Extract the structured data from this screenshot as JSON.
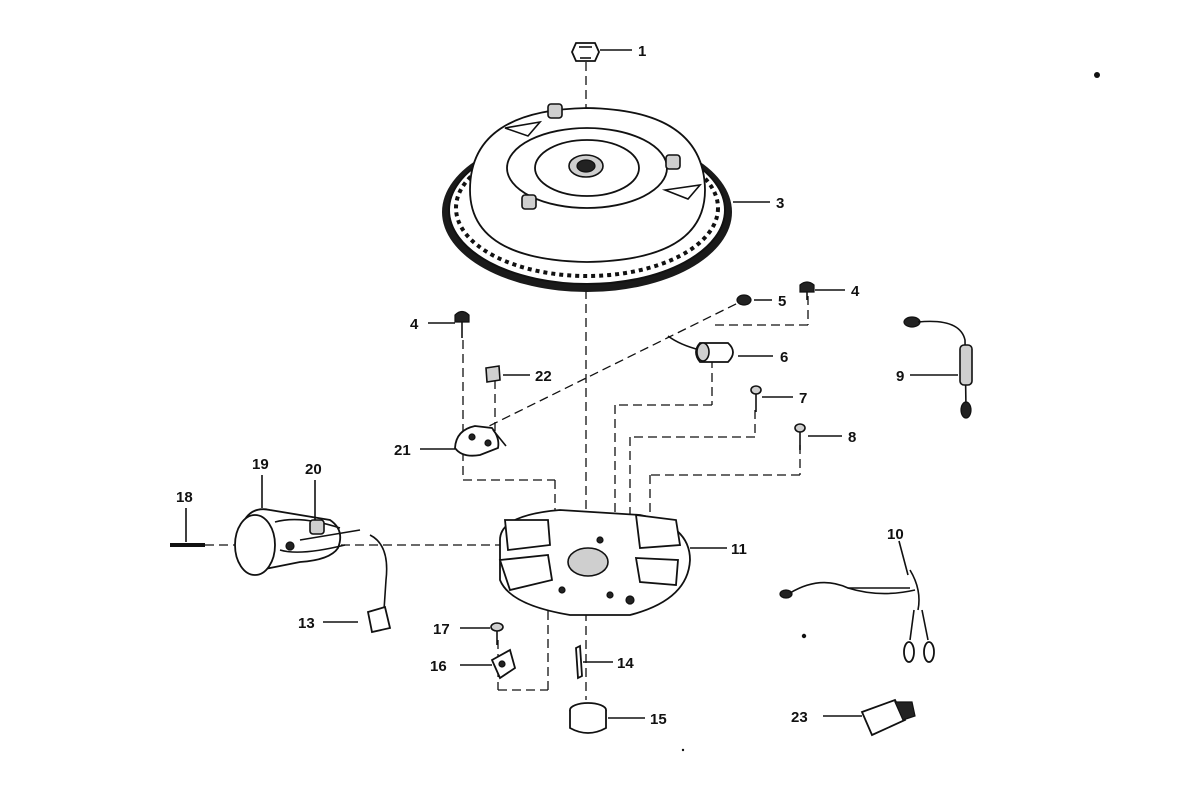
{
  "diagram": {
    "callouts": [
      {
        "id": "c1",
        "label": "1"
      },
      {
        "id": "c3",
        "label": "3"
      },
      {
        "id": "c4a",
        "label": "4"
      },
      {
        "id": "c4b",
        "label": "4"
      },
      {
        "id": "c5",
        "label": "5"
      },
      {
        "id": "c6",
        "label": "6"
      },
      {
        "id": "c7",
        "label": "7"
      },
      {
        "id": "c8",
        "label": "8"
      },
      {
        "id": "c9",
        "label": "9"
      },
      {
        "id": "c10",
        "label": "10"
      },
      {
        "id": "c11",
        "label": "11"
      },
      {
        "id": "c13",
        "label": "13"
      },
      {
        "id": "c14",
        "label": "14"
      },
      {
        "id": "c15",
        "label": "15"
      },
      {
        "id": "c16",
        "label": "16"
      },
      {
        "id": "c17",
        "label": "17"
      },
      {
        "id": "c18",
        "label": "18"
      },
      {
        "id": "c19",
        "label": "19"
      },
      {
        "id": "c20",
        "label": "20"
      },
      {
        "id": "c21",
        "label": "21"
      },
      {
        "id": "c22",
        "label": "22"
      },
      {
        "id": "c23",
        "label": "23"
      }
    ]
  }
}
